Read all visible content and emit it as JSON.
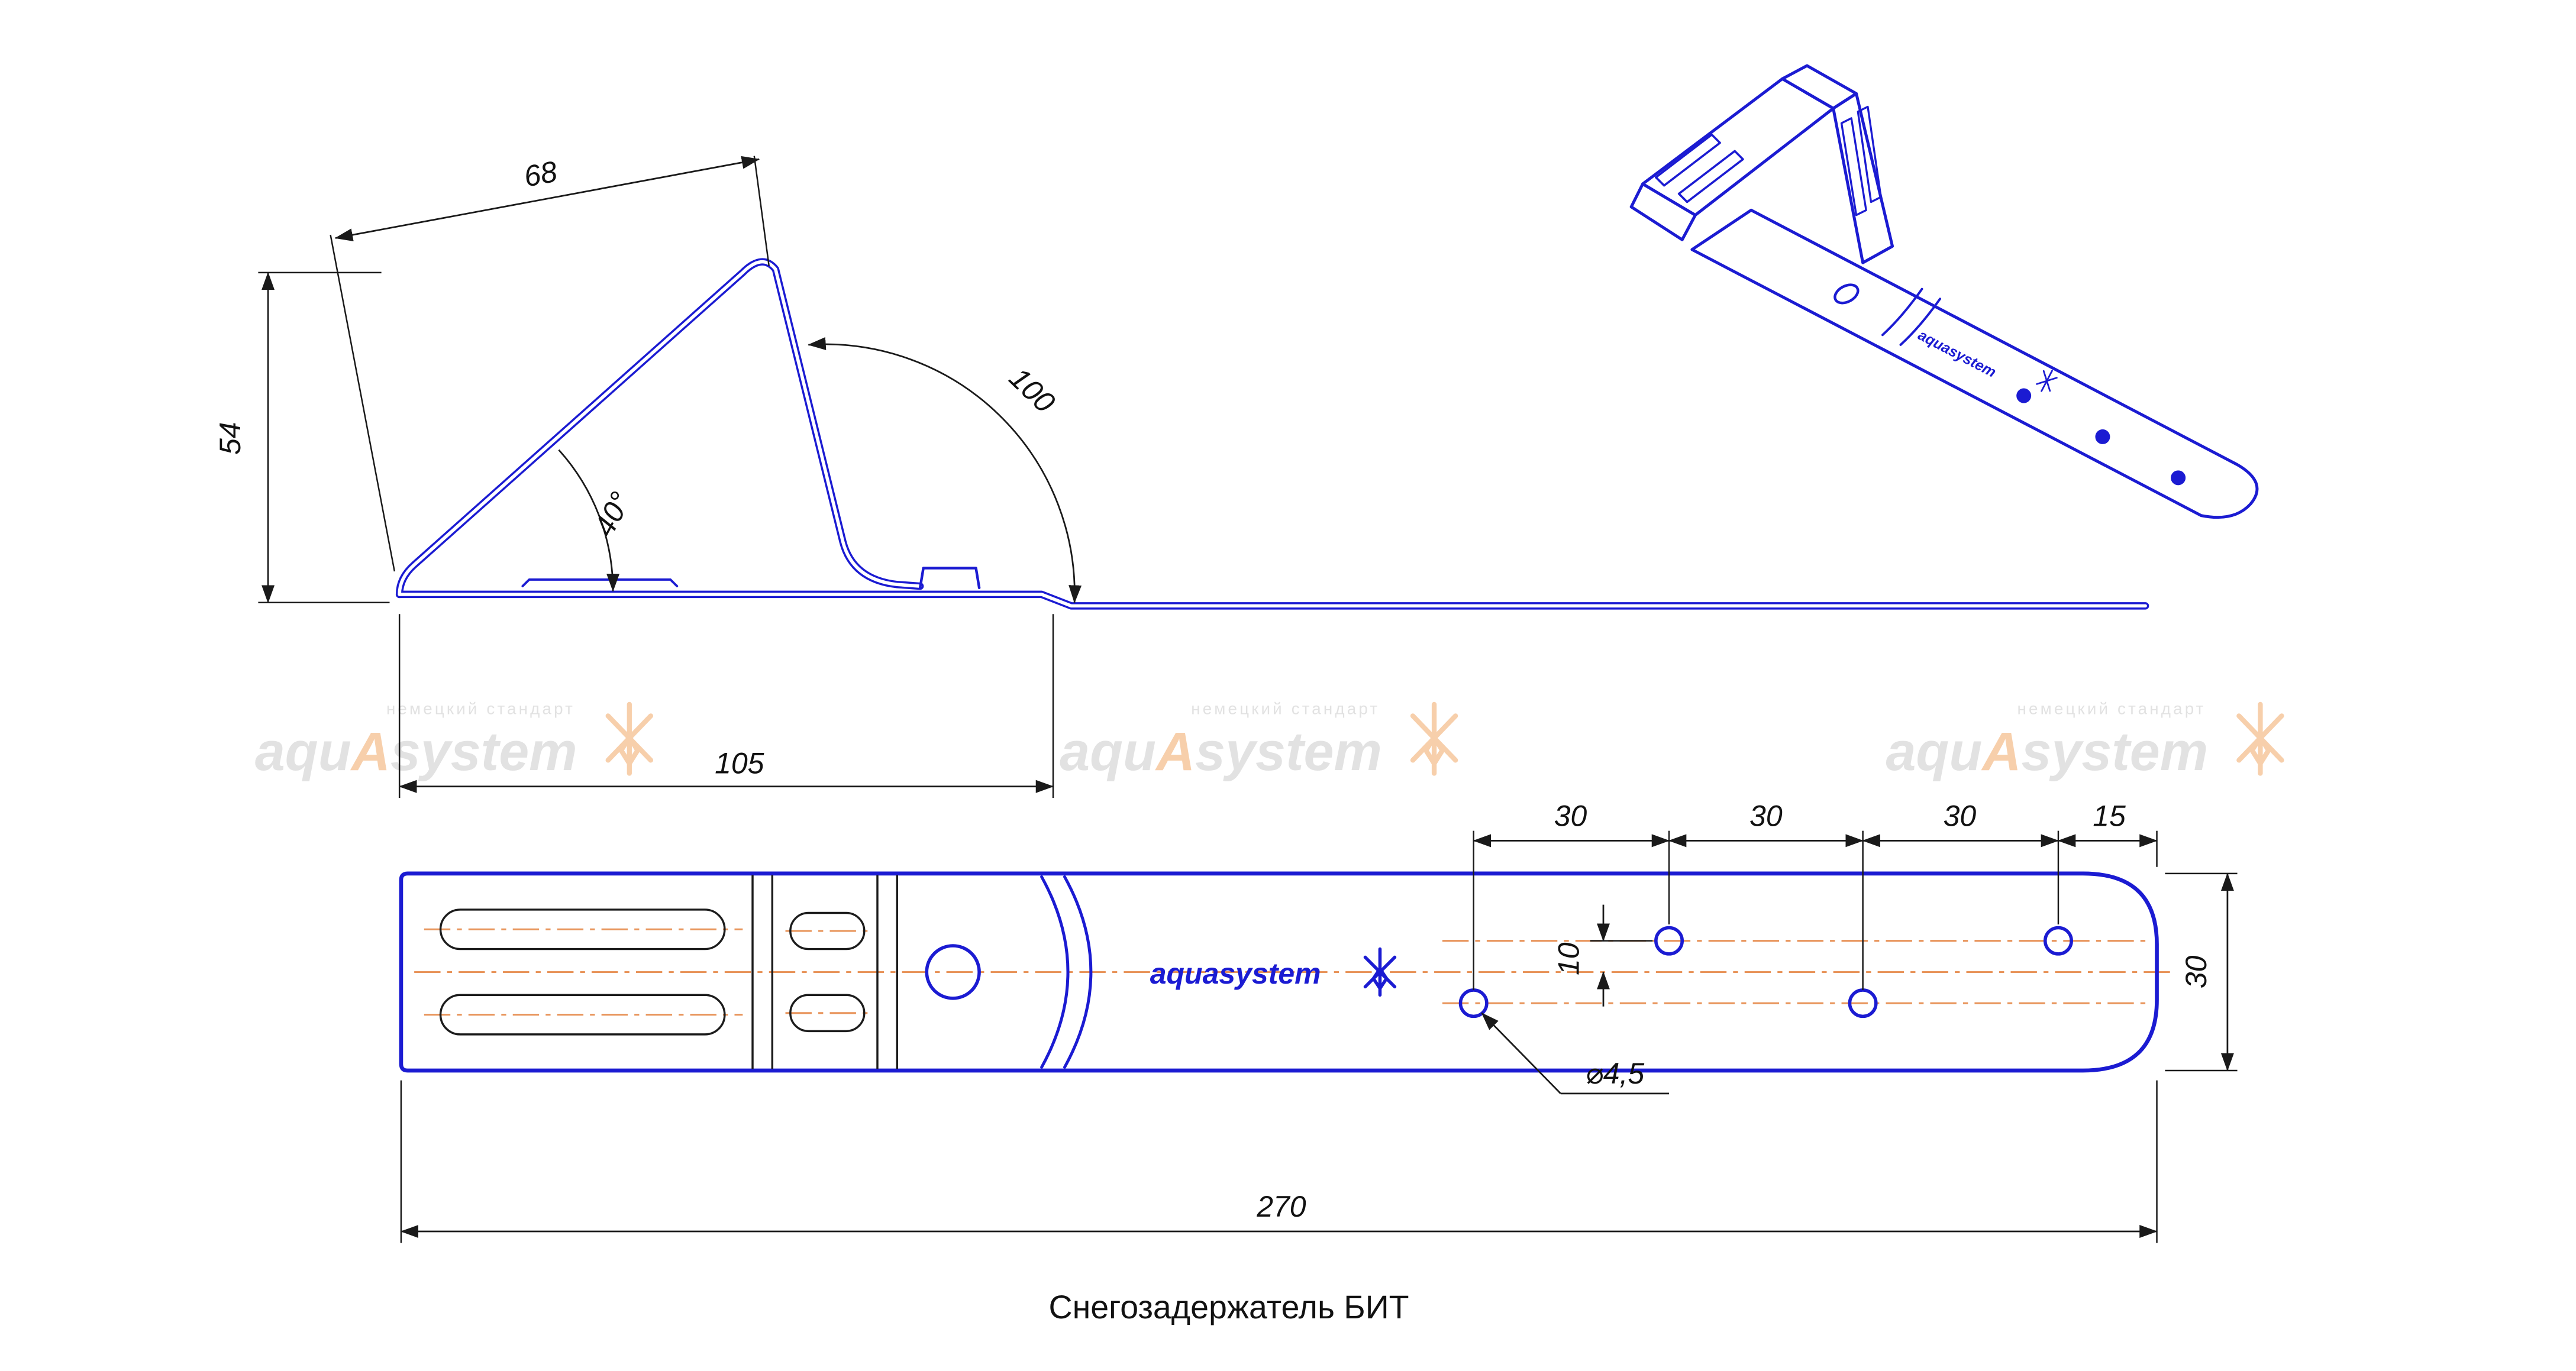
{
  "title": "Снегозадержатель БИТ",
  "watermark": {
    "tagline": "немецкий стандарт",
    "brand_pre": "aqu",
    "brand_a": "A",
    "brand_post": "system"
  },
  "part_logo": {
    "brand": "aquasystem"
  },
  "side_view": {
    "dim_top_width": "68",
    "dim_height": "54",
    "dim_angle": "40°",
    "dim_bend": "100",
    "dim_base_length": "105"
  },
  "plan_view": {
    "dim_hole_spacing_1": "30",
    "dim_hole_spacing_2": "30",
    "dim_hole_spacing_3": "30",
    "dim_end_offset": "15",
    "dim_hole_row_offset": "10",
    "dim_strip_width": "30",
    "dim_hole_diameter": "⌀4,5",
    "dim_total_length": "270"
  },
  "colors": {
    "part_blue": "#1b1bd2",
    "dimension_black": "#1a1a1a",
    "centerline_orange": "#e8945a",
    "watermark_grey": "#c6c6c6",
    "watermark_orange": "#f0a05a",
    "background": "#ffffff"
  }
}
